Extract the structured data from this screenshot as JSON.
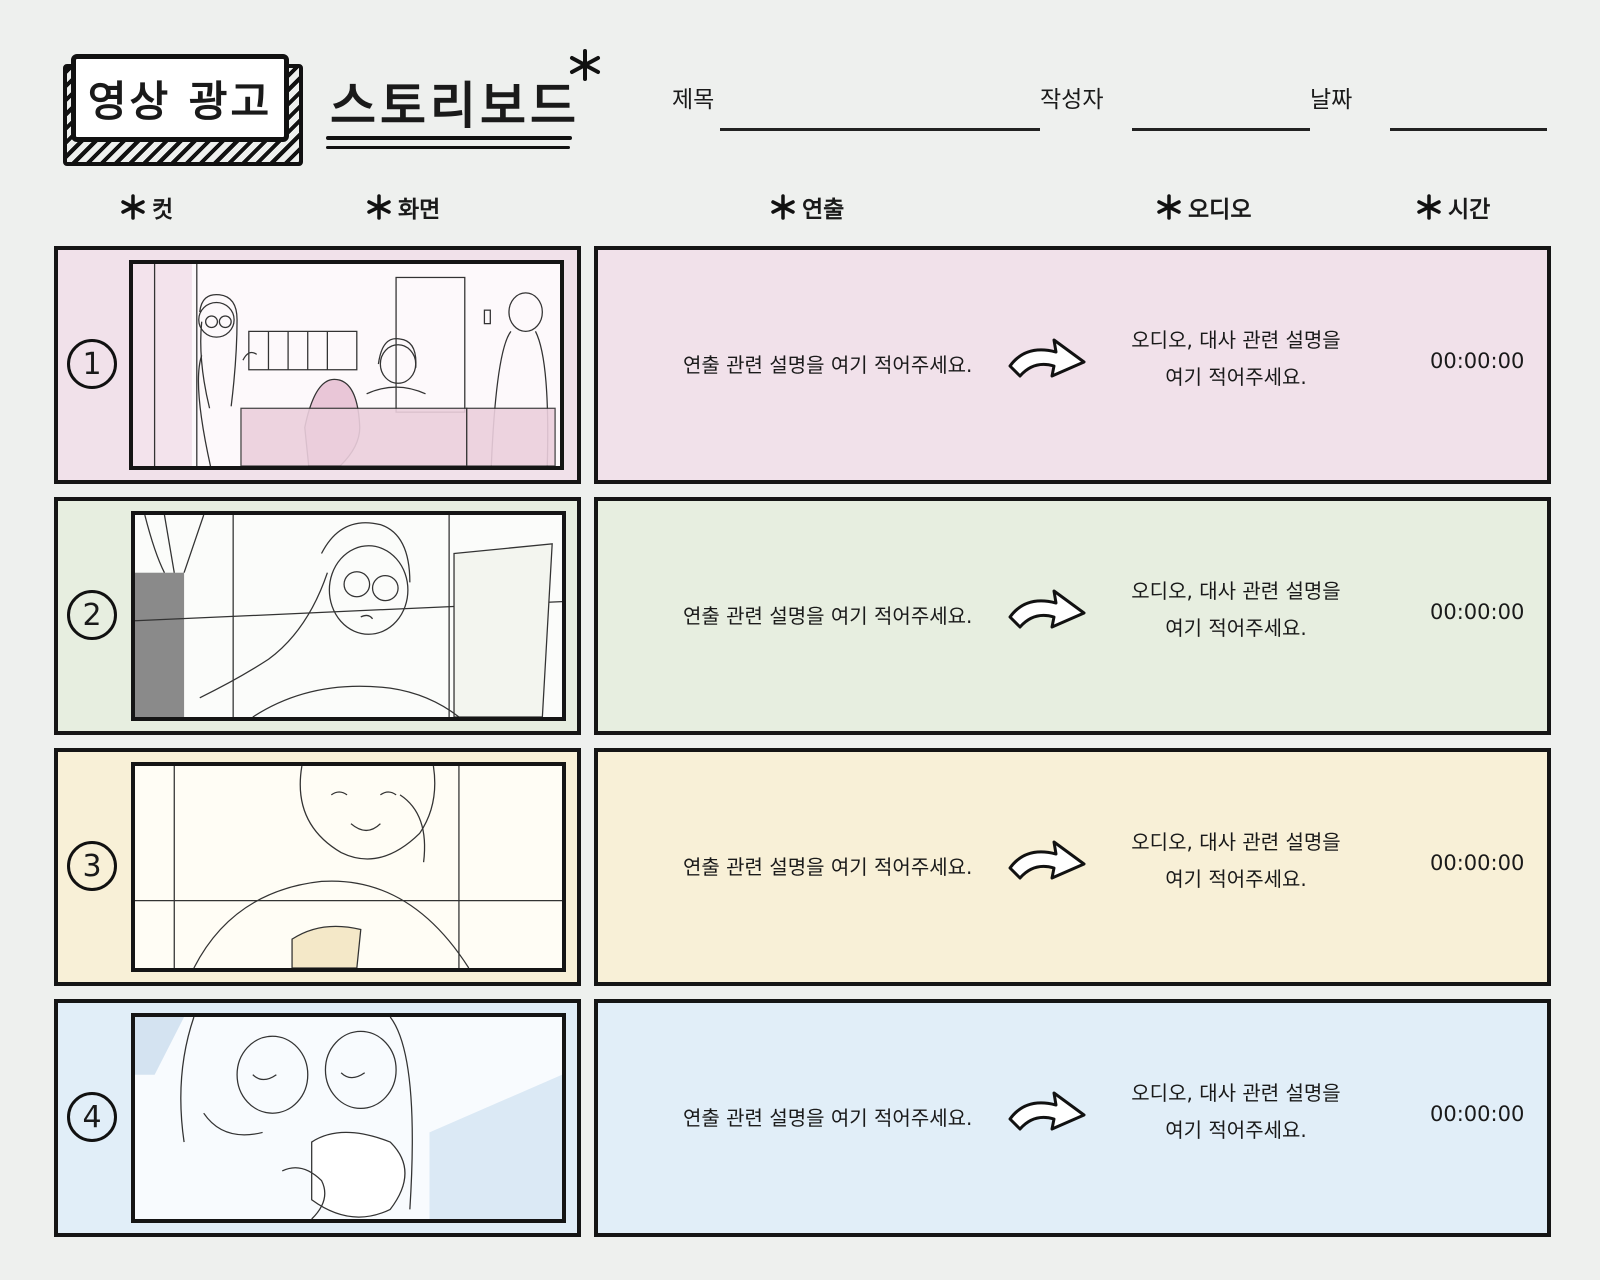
{
  "header": {
    "title_main": "영상 광고",
    "title_sub": "스토리보드",
    "fields": {
      "title_label": "제목",
      "author_label": "작성자",
      "date_label": "날짜"
    }
  },
  "columns": {
    "cut": "컷",
    "screen": "화면",
    "direction": "연출",
    "audio": "오디오",
    "time": "시간"
  },
  "colors": {
    "row1": "#f1e1ea",
    "row2": "#e7eee0",
    "row3": "#f8f0d7",
    "row4": "#e1eef8",
    "background": "#eef0ee"
  },
  "rows": [
    {
      "number": "1",
      "direction": "연출 관련 설명을 여기 적어주세요.",
      "audio_line1": "오디오, 대사 관련 설명을",
      "audio_line2": "여기 적어주세요.",
      "time": "00:00:00"
    },
    {
      "number": "2",
      "direction": "연출 관련 설명을 여기 적어주세요.",
      "audio_line1": "오디오, 대사 관련 설명을",
      "audio_line2": "여기 적어주세요.",
      "time": "00:00:00"
    },
    {
      "number": "3",
      "direction": "연출 관련 설명을 여기 적어주세요.",
      "audio_line1": "오디오, 대사 관련 설명을",
      "audio_line2": "여기 적어주세요.",
      "time": "00:00:00"
    },
    {
      "number": "4",
      "direction": "연출 관련 설명을 여기 적어주세요.",
      "audio_line1": "오디오, 대사 관련 설명을",
      "audio_line2": "여기 적어주세요.",
      "time": "00:00:00"
    }
  ]
}
